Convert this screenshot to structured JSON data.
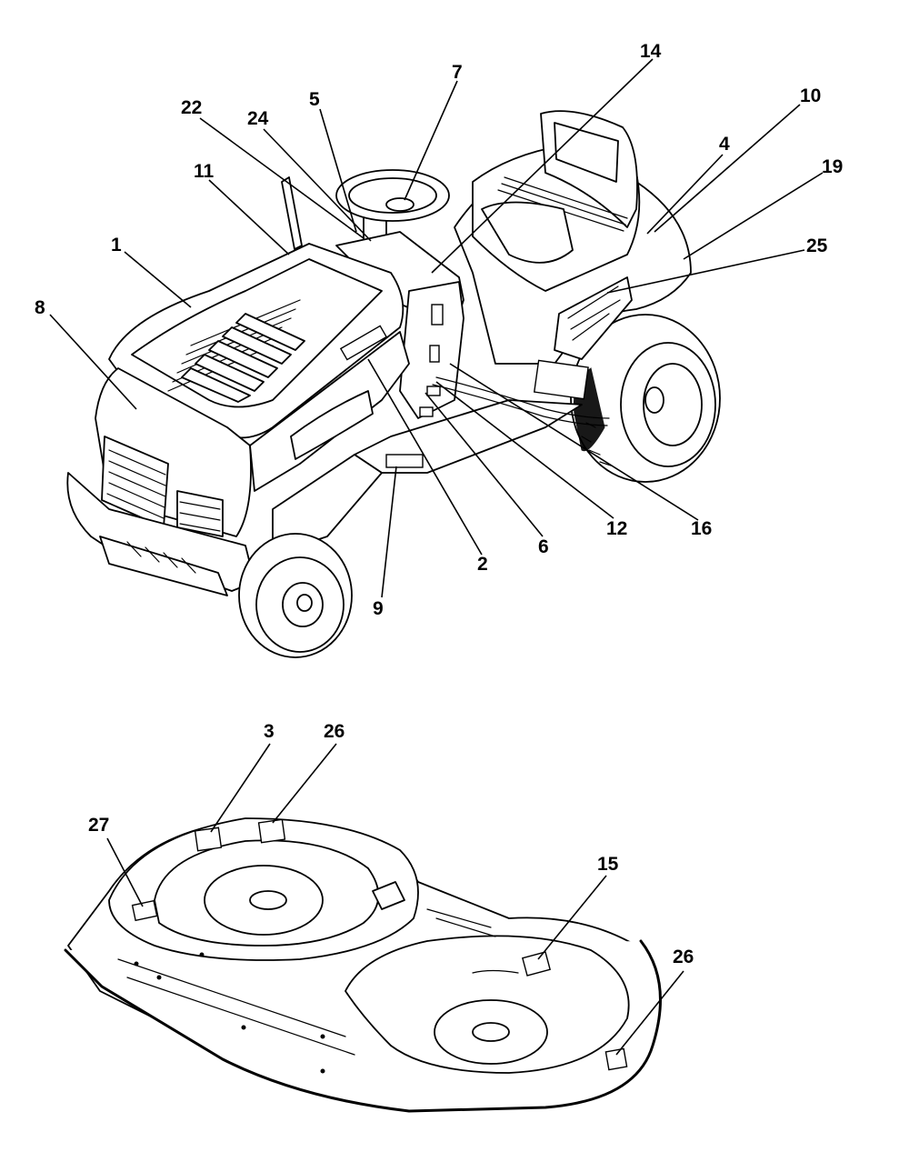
{
  "tractor": {
    "callouts": [
      {
        "id": "1",
        "label": "1"
      },
      {
        "id": "2",
        "label": "2"
      },
      {
        "id": "4",
        "label": "4"
      },
      {
        "id": "5",
        "label": "5"
      },
      {
        "id": "6",
        "label": "6"
      },
      {
        "id": "7",
        "label": "7"
      },
      {
        "id": "8",
        "label": "8"
      },
      {
        "id": "9",
        "label": "9"
      },
      {
        "id": "10",
        "label": "10"
      },
      {
        "id": "11",
        "label": "11"
      },
      {
        "id": "12",
        "label": "12"
      },
      {
        "id": "14",
        "label": "14"
      },
      {
        "id": "16",
        "label": "16"
      },
      {
        "id": "19",
        "label": "19"
      },
      {
        "id": "22",
        "label": "22"
      },
      {
        "id": "24",
        "label": "24"
      },
      {
        "id": "25",
        "label": "25"
      }
    ]
  },
  "deck": {
    "callouts": [
      {
        "id": "3",
        "label": "3"
      },
      {
        "id": "26a",
        "label": "26"
      },
      {
        "id": "27",
        "label": "27"
      },
      {
        "id": "15",
        "label": "15"
      },
      {
        "id": "26b",
        "label": "26"
      }
    ]
  },
  "colors": {
    "line": "#000000",
    "background": "#ffffff"
  }
}
